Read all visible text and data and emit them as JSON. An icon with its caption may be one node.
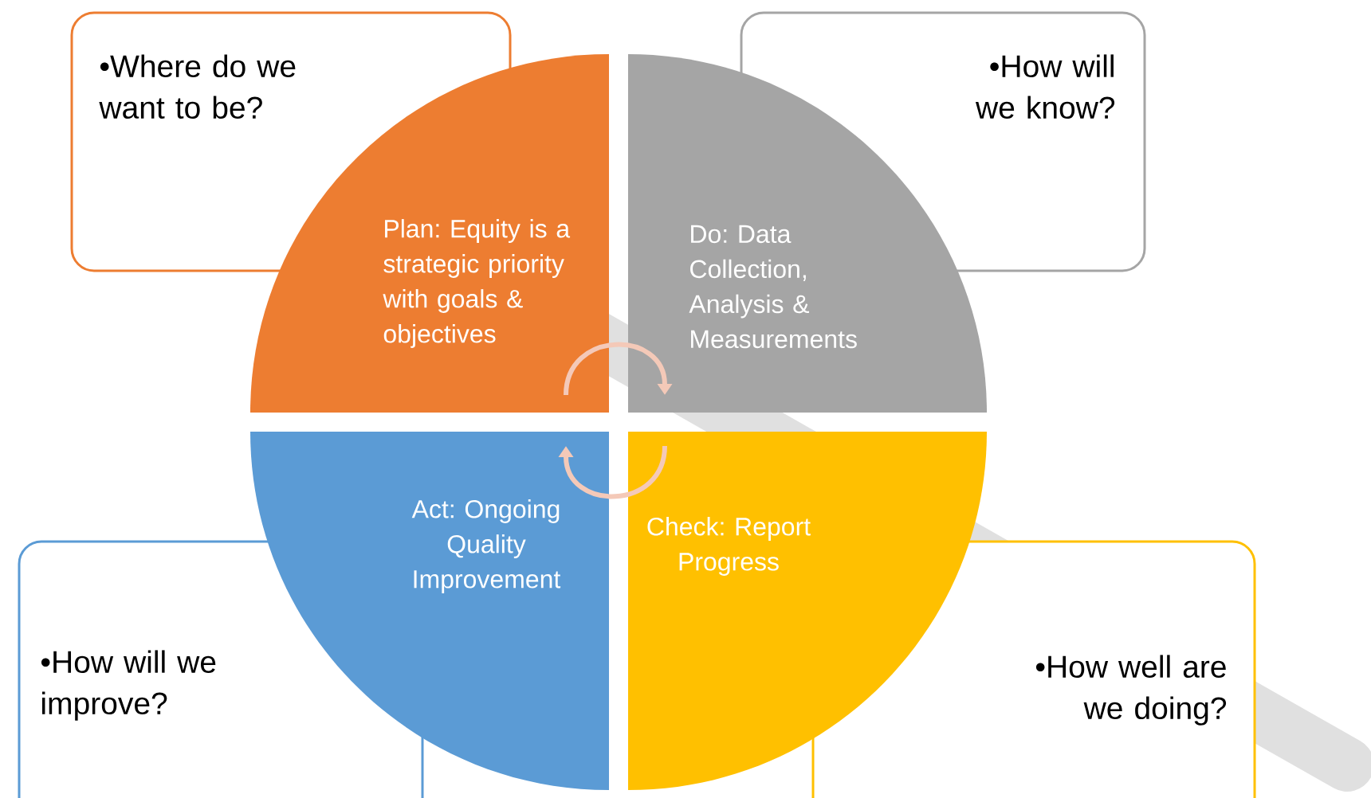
{
  "diagram": {
    "nodes": [
      {
        "text": [
          "•Where do we want to be?"
        ]
      },
      {
        "text": [
          "•How will we know?"
        ]
      },
      {
        "text": [
          "•How will we improve?"
        ]
      },
      {
        "text": [
          "•How well are we doing?"
        ]
      },
      {
        "text": [
          "Plan: Equity is a strategic priority with goals & objectives"
        ]
      },
      {
        "text": [
          "Do: Data Collection, Analysis & Measurements"
        ]
      },
      {
        "text": [
          "Act: Ongoing Quality Improvement"
        ]
      },
      {
        "text": [
          "Check: Report Progress"
        ]
      }
    ],
    "edges": [
      {
        "from": 4,
        "to": 5,
        "arrow": "to"
      },
      {
        "from": 7,
        "to": 6,
        "arrow": "to"
      }
    ]
  }
}
